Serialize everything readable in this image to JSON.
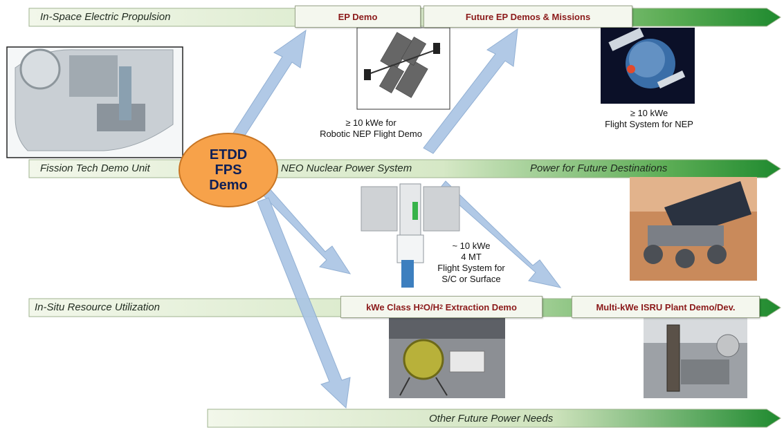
{
  "lanes": {
    "in_space_ep": "In-Space Electric Propulsion",
    "fission_demo": "Fission Tech Demo Unit",
    "neo_power": "NEO Nuclear Power System",
    "future_destinations": "Power for Future Destinations",
    "isru": "In-Situ Resource Utilization",
    "other_power": "Other Future Power Needs"
  },
  "hub": {
    "line1": "ETDD",
    "line2": "FPS",
    "line3": "Demo"
  },
  "tags": {
    "ep_demo": "EP Demo",
    "future_ep": "Future EP Demos & Missions",
    "kwe_extraction_prefix": "kWe Class H",
    "kwe_extraction_sub1": "2",
    "kwe_extraction_mid": "O/H",
    "kwe_extraction_sub2": "2",
    "kwe_extraction_suffix": " Extraction Demo",
    "isru_plant": "Multi-kWe ISRU Plant Demo/Dev."
  },
  "captions": {
    "robotic_nep": [
      "≥ 10 kWe for",
      "Robotic NEP Flight Demo"
    ],
    "flight_nep": [
      "≥ 10 kWe",
      "Flight System for NEP"
    ],
    "neo_system": [
      "~ 10 kWe",
      "4 MT",
      "Flight System for",
      "S/C or Surface"
    ]
  },
  "colors": {
    "lane_light": "#eef4e4",
    "lane_dark": "#1f8a2f",
    "arrow_blue": "#a9c4e4",
    "hub_orange": "#f7a24a",
    "tag_text": "#8b1a1a"
  },
  "icons": [
    "fission-reactor-image",
    "ep-spacecraft-image",
    "nep-spacecraft-image",
    "neo-power-system-image",
    "mars-rover-image",
    "extraction-demo-image",
    "isru-plant-image"
  ]
}
